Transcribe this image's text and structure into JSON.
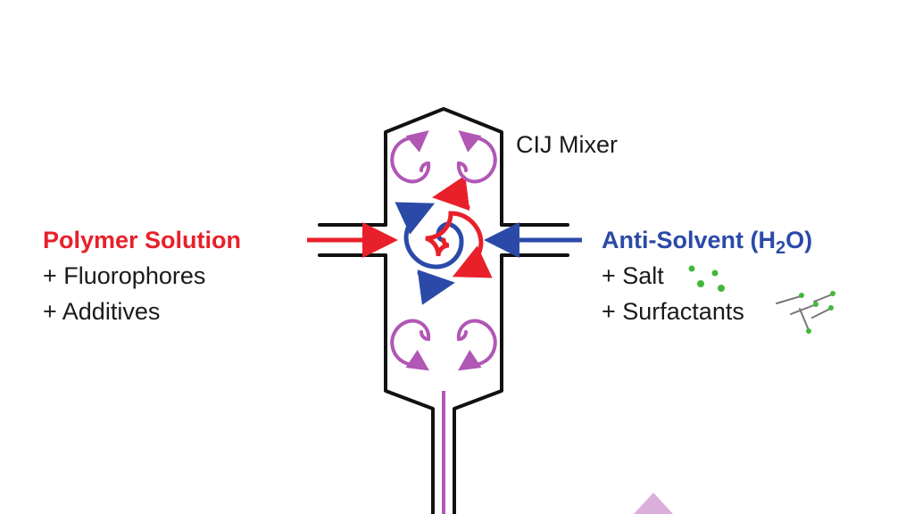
{
  "mixer": {
    "label": "CIJ Mixer"
  },
  "left_inlet": {
    "title": "Polymer Solution",
    "line1": "+ Fluorophores",
    "line2": "+ Additives",
    "color": "#e8202a"
  },
  "right_inlet": {
    "title_prefix": "Anti-Solvent (H",
    "title_subscript": "2",
    "title_suffix": "O)",
    "line1": "+ Salt",
    "line2": "+ Surfactants",
    "color": "#2b4aa8"
  },
  "colors": {
    "vortex": "#b157b5",
    "outline": "#111111",
    "salt": "#43b83a",
    "surfactant_head": "#43b83a",
    "surfactant_tail": "#777777"
  }
}
